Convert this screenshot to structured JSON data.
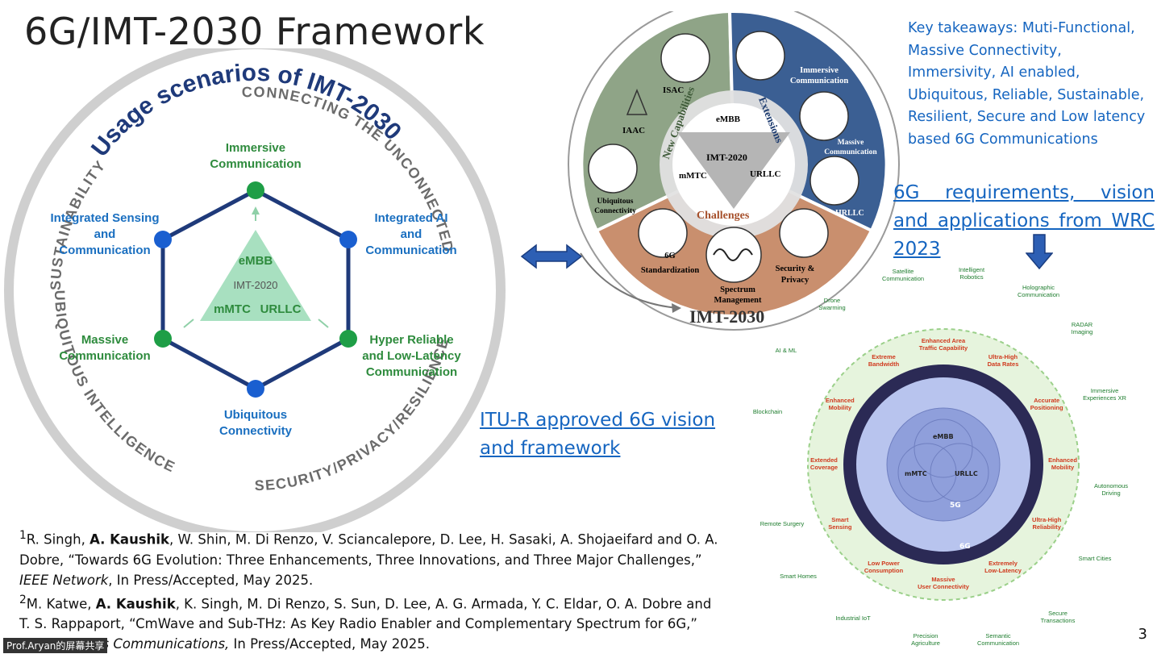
{
  "title": "6G/IMT-2030 Framework",
  "usage": {
    "heading": "Usage scenarios of IMT-2030",
    "ring": [
      "SUSTAINABILITY",
      "CONNECTING THE UNCONNECTED",
      "UBIQUITOUS INTELLIGENCE",
      "SECURITY/PRIVACY/RESILIENCE"
    ],
    "scenarios": {
      "immersive": "Immersive\nCommunication",
      "isac": "Integrated Sensing\nand\nCommunication",
      "iaac": "Integrated AI\nand\nCommunication",
      "massive": "Massive\nCommunication",
      "hrllc": "Hyper Reliable\nand Low-Latency\nCommunication",
      "ubiquitous": "Ubiquitous\nConnectivity"
    },
    "triangle": {
      "top": "eMBB",
      "center": "IMT-2020",
      "left": "mMTC",
      "right": "URLLC"
    }
  },
  "wheel": {
    "caption": "IMT-2030",
    "new_caps_label": "New Capabilities",
    "extensions_label": "Extensions",
    "challenges_label": "Challenges",
    "items": {
      "isac": "ISAC",
      "iaac": "IAAC",
      "ubiq": "Ubiquitous\nConnectivity",
      "immersive": "Immersive\nCommunication",
      "massive": "Massive\nCommunication",
      "hrllc": "HRLLC",
      "stand": "6G\nStandardization",
      "spectrum": "Spectrum\nManagement",
      "security": "Security &\nPrivacy"
    },
    "core": {
      "embb": "eMBB",
      "imt": "IMT-2020",
      "mmtc": "mMTC",
      "urllc": "URLLC"
    }
  },
  "takeaways": "Key takeaways: Muti-Functional, Massive Connectivity, Immersivity, AI enabled, Ubiquitous, Reliable, Sustainable, Resilient, Secure and Low latency based 6G Communications",
  "requirements_link": "6G requirements, vision and applications from WRC 2023",
  "itu_link": "ITU-R approved 6G vision and framework",
  "g6": {
    "inner": [
      "Enhanced Area\nTraffic Capability",
      "Ultra-High\nData Rates",
      "Accurate\nPositioning",
      "Enhanced\nMobility",
      "Ultra-High\nReliability",
      "Extremely\nLow-Latency",
      "Massive\nUser Connectivity",
      "Low Power\nConsumption",
      "Smart\nSensing",
      "Extended\nCoverage",
      "Enhanced\nMobility",
      "Extreme\nBandwidth"
    ],
    "core": {
      "embb": "eMBB",
      "mmtc": "mMTC",
      "urllc": "URLLC",
      "g5": "5G",
      "g6": "6G"
    },
    "apps": [
      "Satellite\nCommunication",
      "Intelligent\nRobotics",
      "Holographic\nCommunication",
      "RADAR\nImaging",
      "Immersive\nExperiences XR",
      "Autonomous\nDriving",
      "Smart Cities",
      "Secure\nTransactions",
      "Semantic\nCommunication",
      "Precision\nAgriculture",
      "Industrial IoT",
      "Smart Homes",
      "Remote Surgery",
      "Blockchain",
      "AI & ML",
      "Drone\nSwarming"
    ]
  },
  "references": [
    {
      "sup": "1",
      "pre": "R. Singh, ",
      "bold": "A. Kaushik",
      "mid": ", W. Shin, M. Di Renzo, V. Sciancalepore, D. Lee, H. Sasaki, A. Shojaeifard and O. A. Dobre, “Towards 6G Evolution: Three Enhancements, Three Innovations, and Three Major Challenges,” ",
      "venue": "IEEE Network",
      "post": ", In Press/Accepted, May 2025."
    },
    {
      "sup": "2",
      "pre": "M. Katwe, ",
      "bold": "A. Kaushik",
      "mid": ", K. Singh, M. Di Renzo, S. Sun, D. Lee, A. G. Armada, Y. C. Eldar, O. A. Dobre and T. S. Rappaport, “CmWave and Sub-THz: As Key Radio Enabler and Complementary Spectrum for 6G,” ",
      "venue": "IEEE Wireless Communications,",
      "post": " In Press/Accepted, May 2025."
    }
  ],
  "page_number": "3",
  "share_label": "Prof.Aryan的屏幕共享",
  "colors": {
    "link_blue": "#1565c0",
    "hex_navy": "#1f3a7a",
    "green_node": "#1e9e46",
    "blue_node": "#1a5fd0",
    "wheel_green": "#8fa487",
    "wheel_blue": "#3b5f93",
    "wheel_brown": "#c98f6e"
  }
}
